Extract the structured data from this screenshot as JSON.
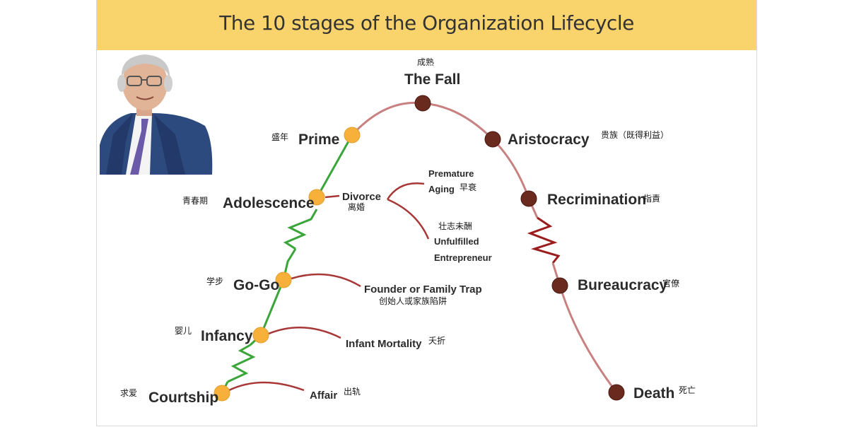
{
  "title": "The 10 stages of the Organization Lifecycle",
  "colors": {
    "banner": "#f9d36b",
    "growth_line": "#3aa63a",
    "decline_line": "#c88080",
    "zigzag_red": "#9a1c1c",
    "growth_node": "#f7b03a",
    "decline_node": "#6b2a1e",
    "trap_line": "#a83838"
  },
  "portrait": {
    "icon": "person-portrait"
  },
  "stages": {
    "courtship": {
      "label": "Courtship",
      "cn": "求爱"
    },
    "infancy": {
      "label": "Infancy",
      "cn": "婴儿"
    },
    "gogo": {
      "label": "Go-Go",
      "cn": "学步"
    },
    "adolescence": {
      "label": "Adolescence",
      "cn": "青春期"
    },
    "prime": {
      "label": "Prime",
      "cn": "盛年"
    },
    "fall": {
      "label": "The Fall",
      "cn": "成熟"
    },
    "aristocracy": {
      "label": "Aristocracy",
      "cn": "贵族（既得利益）"
    },
    "recrimination": {
      "label": "Recrimination",
      "cn": "指責"
    },
    "bureaucracy": {
      "label": "Bureaucracy",
      "cn": "官僚"
    },
    "death": {
      "label": "Death",
      "cn": "死亡"
    }
  },
  "traps": {
    "affair": {
      "label": "Affair",
      "cn": "出轨"
    },
    "infant_mortality": {
      "label": "Infant Mortality",
      "cn": "夭折"
    },
    "founder_trap": {
      "label": "Founder or Family Trap",
      "cn": "创始人或家族陷阱"
    },
    "divorce": {
      "label": "Divorce",
      "cn": "离婚"
    },
    "premature_aging": {
      "line1": "Premature",
      "line2": "Aging",
      "cn": "早衰"
    },
    "unfulfilled": {
      "cn": "壮志未酬",
      "line1": "Unfulfilled",
      "line2": "Entrepreneur"
    }
  }
}
